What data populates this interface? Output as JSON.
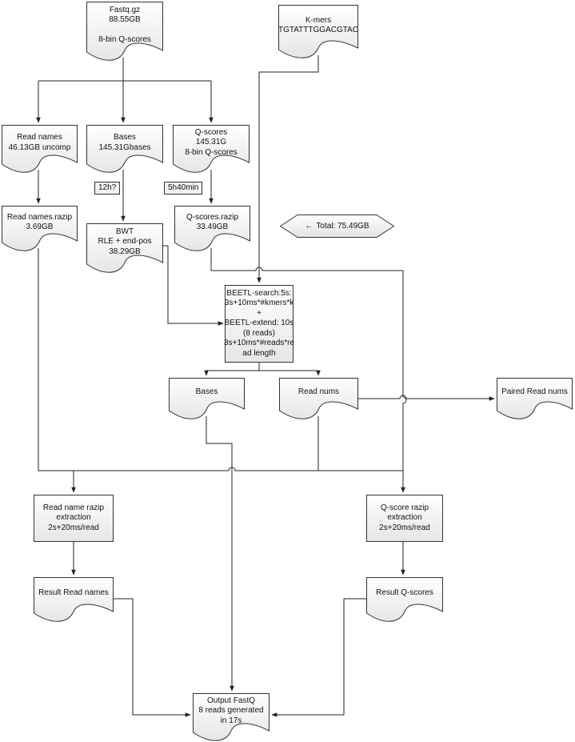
{
  "documents": {
    "fastq": {
      "lines": [
        "Fastq.gz",
        "88.55GB",
        "",
        "8-bin Q-scores"
      ]
    },
    "kmers": {
      "lines": [
        "K-mers",
        "TGTATTTGGACGTAC"
      ]
    },
    "read_names": {
      "lines": [
        "Read names",
        "46.13GB uncomp"
      ]
    },
    "bases_top": {
      "lines": [
        "Bases",
        "145.31Gbases"
      ]
    },
    "qscores": {
      "lines": [
        "Q-scores",
        "145.31G",
        "8-bin Q-scores"
      ]
    },
    "read_names_razip": {
      "lines": [
        "Read names.razip",
        "3.69GB"
      ]
    },
    "bwt": {
      "lines": [
        "BWT",
        "RLE + end-pos",
        "38.29GB"
      ]
    },
    "qscores_razip": {
      "lines": [
        "Q-scores.razip",
        "33.49GB"
      ]
    },
    "bases_mid": {
      "lines": [
        "Bases"
      ]
    },
    "read_nums": {
      "lines": [
        "Read nums"
      ]
    },
    "paired_read_nums": {
      "lines": [
        "Paired Read nums"
      ]
    },
    "result_read_names": {
      "lines": [
        "Result Read names"
      ]
    },
    "result_qscores": {
      "lines": [
        "Result Q-scores"
      ]
    },
    "output_fastq": {
      "lines": [
        "Output FastQ",
        "8 reads generated",
        "in 17s"
      ]
    }
  },
  "processes": {
    "beetl": {
      "lines": [
        "BEETL-search:5s:",
        "3s+10ms*#kmers*k",
        "+",
        "BEETL-extend: 10s",
        "(8 reads)",
        "3s+10ms*#reads*re",
        "ad length"
      ]
    },
    "read_name_extraction": {
      "lines": [
        "Read name razip",
        "extraction",
        "2s+20ms/read"
      ]
    },
    "qscore_extraction": {
      "lines": [
        "Q-score razip",
        "extraction",
        "2s+20ms/read"
      ]
    }
  },
  "tags": {
    "bwt_time": "12h?",
    "qscore_time": "5h40min"
  },
  "total": {
    "arrow": "←",
    "text": "Total: 75.49GB"
  },
  "colors": {
    "stroke": "#333333",
    "fill_top": "#ffffff",
    "fill_bottom": "#e6e6e6",
    "line": "#222222"
  }
}
